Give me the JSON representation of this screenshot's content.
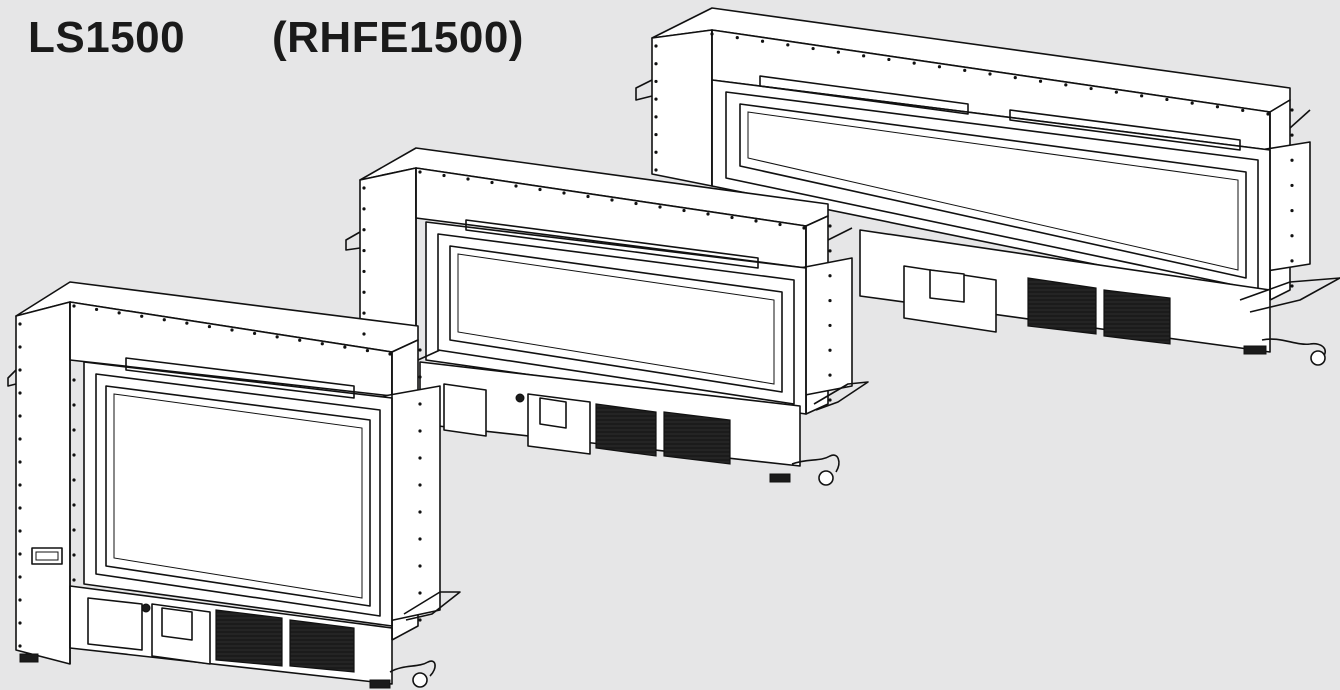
{
  "heading": {
    "model": "LS1500",
    "alt_model": "(RHFE1500)"
  },
  "diagram": {
    "units": [
      {
        "id": "unit-front",
        "label": ""
      },
      {
        "id": "unit-middle",
        "label": ""
      },
      {
        "id": "unit-back",
        "label": ""
      }
    ],
    "colors": {
      "background": "#e6e6e7",
      "line": "#111111",
      "panel": "#ffffff",
      "grille": "#1b1b1b"
    }
  }
}
